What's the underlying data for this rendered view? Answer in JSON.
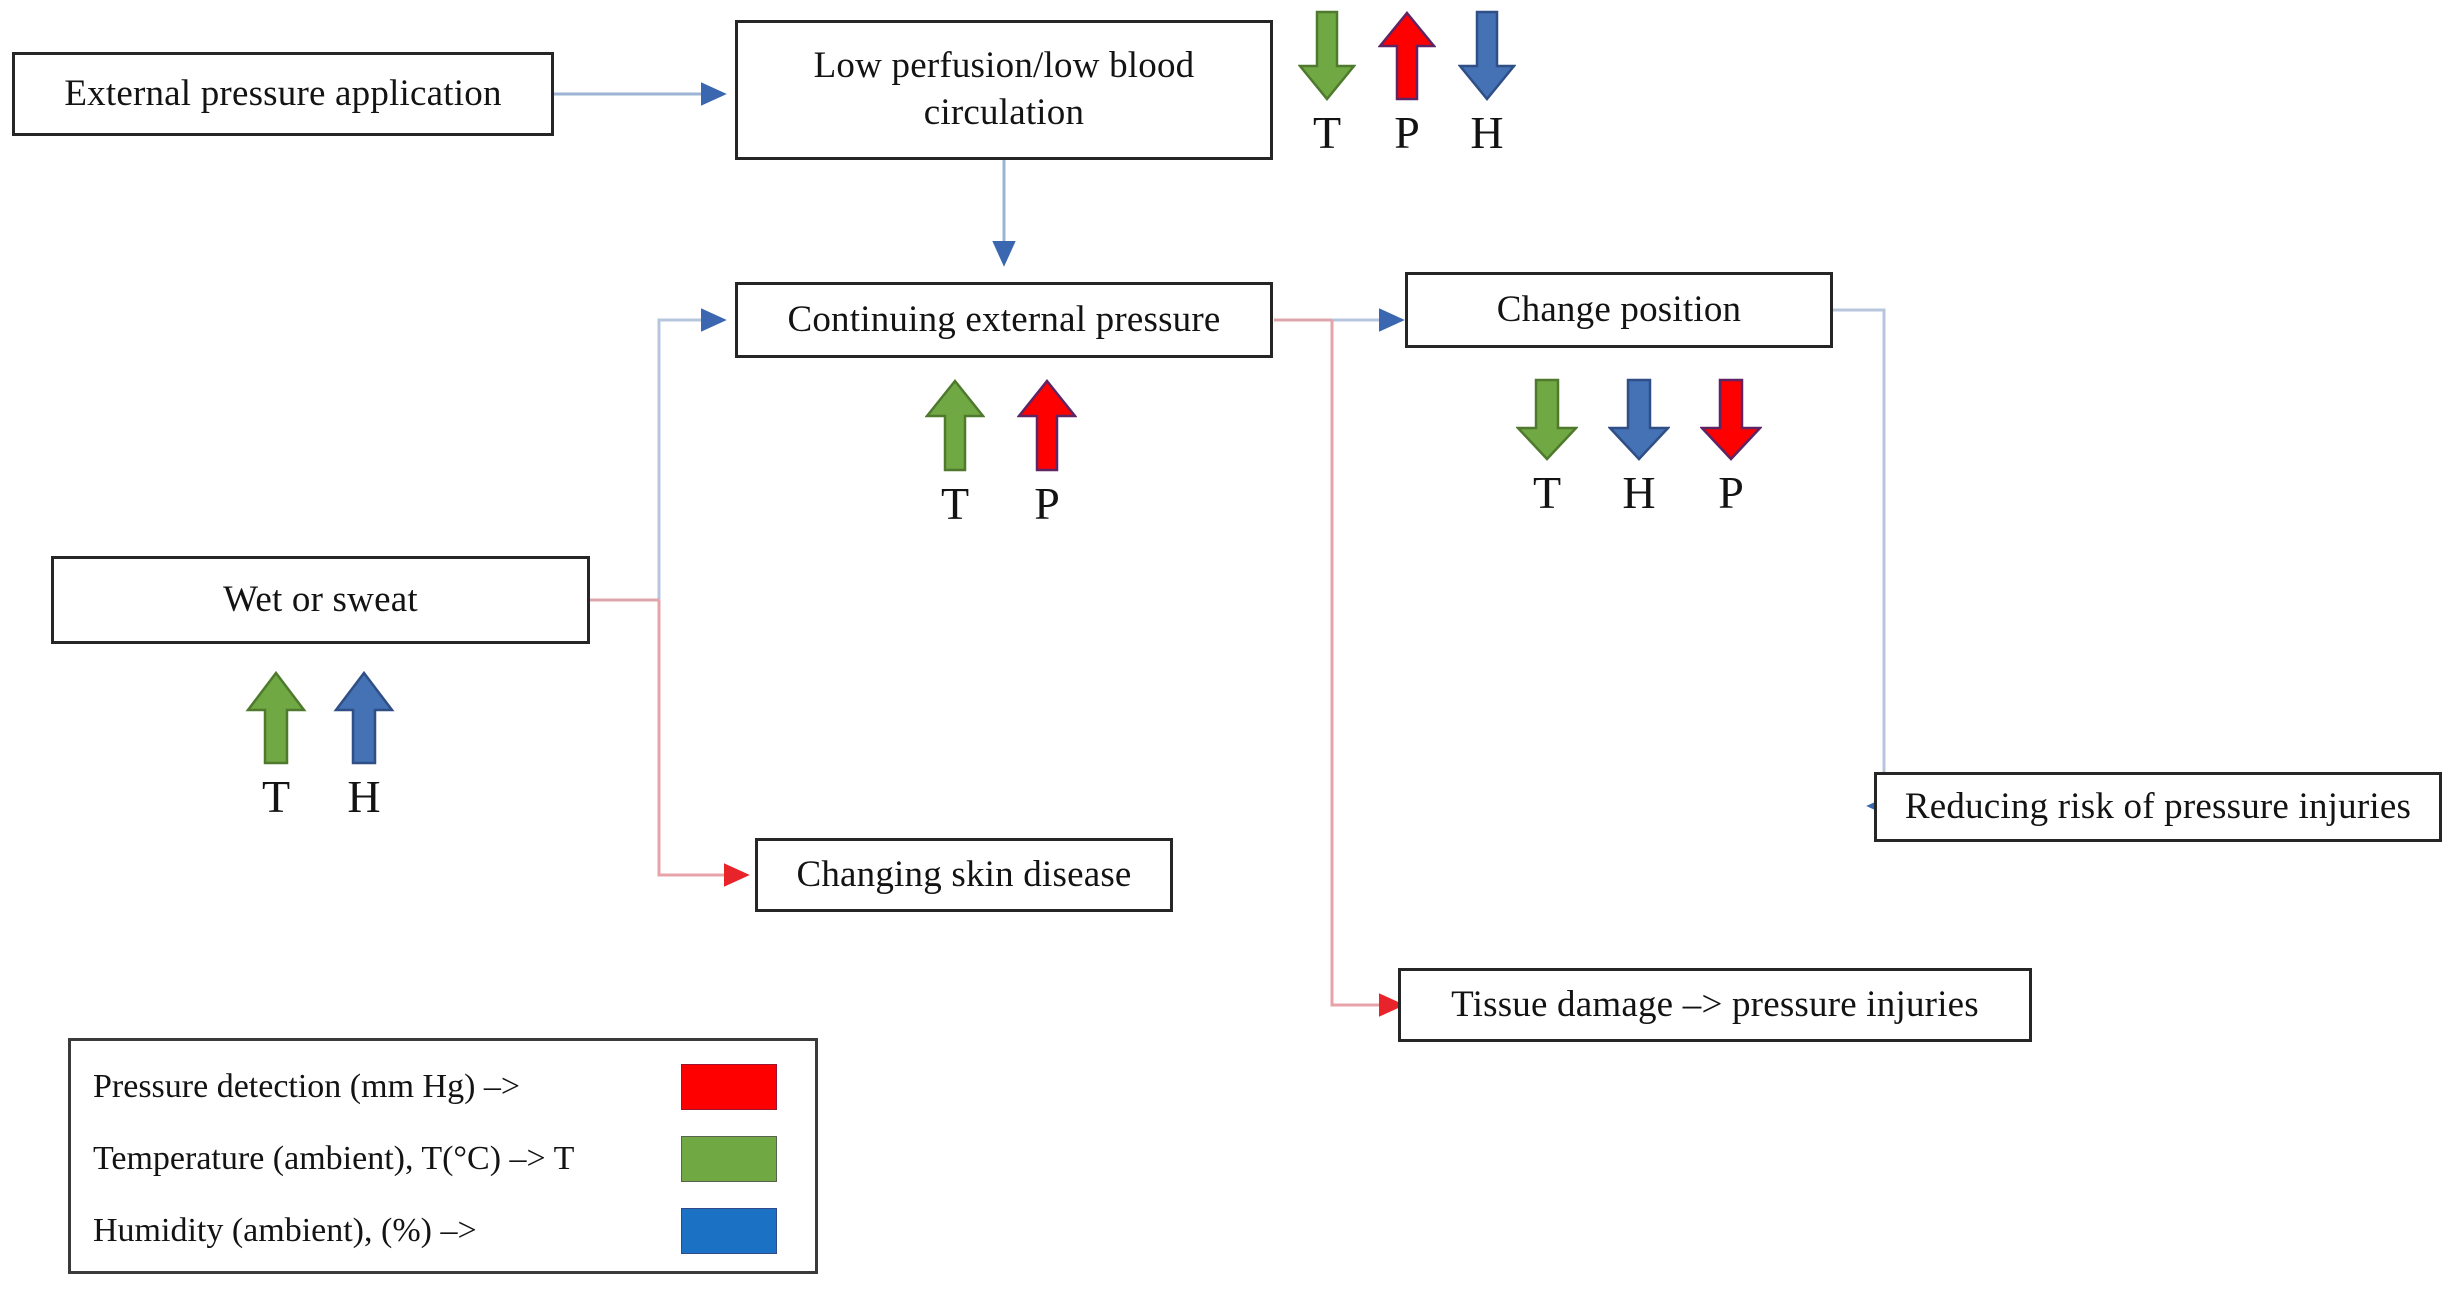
{
  "diagram": {
    "title": "Pressure injury risk flowchart",
    "colors": {
      "green": "#70A843",
      "red": "#FF0000",
      "blue_arrow": "#4472B4",
      "legend_blue": "#1B72C4",
      "legend_green": "#70A843",
      "legend_red": "#FF0000",
      "connector_blue": "#9DB3D4",
      "connector_blue_head": "#3B66B0",
      "connector_red": "#E08A90",
      "connector_red_head": "#E8232A",
      "box_border": "#262626",
      "text": "#131313"
    },
    "nodes": [
      {
        "id": "external-pressure-application",
        "label": "External pressure application"
      },
      {
        "id": "low-perfusion",
        "label": "Low perfusion/low blood circulation"
      },
      {
        "id": "continuing-external-pressure",
        "label": "Continuing external pressure"
      },
      {
        "id": "change-position",
        "label": "Change position"
      },
      {
        "id": "wet-or-sweat",
        "label": "Wet or sweat"
      },
      {
        "id": "changing-skin-disease",
        "label": "Changing skin disease"
      },
      {
        "id": "reducing-risk",
        "label": "Reducing risk of pressure injuries"
      },
      {
        "id": "tissue-damage",
        "label": "Tissue damage  –> pressure injuries"
      }
    ],
    "node_labels": {
      "external_pressure_application": "External pressure application",
      "low_perfusion_line1": "Low perfusion/low blood",
      "low_perfusion_line2": "circulation",
      "continuing_external_pressure": "Continuing external pressure",
      "change_position": "Change position",
      "wet_or_sweat": "Wet or sweat",
      "changing_skin_disease": "Changing skin disease",
      "reducing_risk": "Reducing risk of pressure injuries",
      "tissue_damage": "Tissue damage  –> pressure injuries"
    },
    "arrow_groups": {
      "low_perfusion": [
        {
          "letter": "T",
          "direction": "down",
          "color": "#70A843",
          "icon": "arrow-down-green-icon"
        },
        {
          "letter": "P",
          "direction": "up",
          "color": "#FF0000",
          "icon": "arrow-up-red-icon"
        },
        {
          "letter": "H",
          "direction": "down",
          "color": "#4472B4",
          "icon": "arrow-down-blue-icon"
        }
      ],
      "continuing_external_pressure": [
        {
          "letter": "T",
          "direction": "up",
          "color": "#70A843",
          "icon": "arrow-up-green-icon"
        },
        {
          "letter": "P",
          "direction": "up",
          "color": "#FF0000",
          "icon": "arrow-up-red-icon"
        }
      ],
      "change_position": [
        {
          "letter": "T",
          "direction": "down",
          "color": "#70A843",
          "icon": "arrow-down-green-icon"
        },
        {
          "letter": "H",
          "direction": "down",
          "color": "#4472B4",
          "icon": "arrow-down-blue-icon"
        },
        {
          "letter": "P",
          "direction": "down",
          "color": "#FF0000",
          "icon": "arrow-down-red-icon"
        }
      ],
      "wet_or_sweat": [
        {
          "letter": "T",
          "direction": "up",
          "color": "#70A843",
          "icon": "arrow-up-green-icon"
        },
        {
          "letter": "H",
          "direction": "up",
          "color": "#4472B4",
          "icon": "arrow-up-blue-icon"
        }
      ]
    },
    "legend": {
      "rows": [
        {
          "label": "Pressure detection (mm Hg) –>",
          "color": "#FF0000",
          "swatch_name": "pressure-swatch"
        },
        {
          "label": "Temperature (ambient), T(°C) –> T",
          "color": "#70A843",
          "swatch_name": "temperature-swatch"
        },
        {
          "label": "Humidity (ambient), (%) –>",
          "color": "#1B72C4",
          "swatch_name": "humidity-swatch"
        }
      ]
    },
    "edges": [
      {
        "from": "external-pressure-application",
        "to": "low-perfusion",
        "color": "blue"
      },
      {
        "from": "low-perfusion",
        "to": "continuing-external-pressure",
        "color": "blue"
      },
      {
        "from": "wet-or-sweat",
        "to": "continuing-external-pressure",
        "color": "blue"
      },
      {
        "from": "wet-or-sweat",
        "to": "changing-skin-disease",
        "color": "red"
      },
      {
        "from": "continuing-external-pressure",
        "to": "change-position",
        "color": "blue"
      },
      {
        "from": "continuing-external-pressure",
        "to": "tissue-damage",
        "color": "red"
      },
      {
        "from": "change-position",
        "to": "reducing-risk",
        "color": "blue"
      }
    ]
  }
}
